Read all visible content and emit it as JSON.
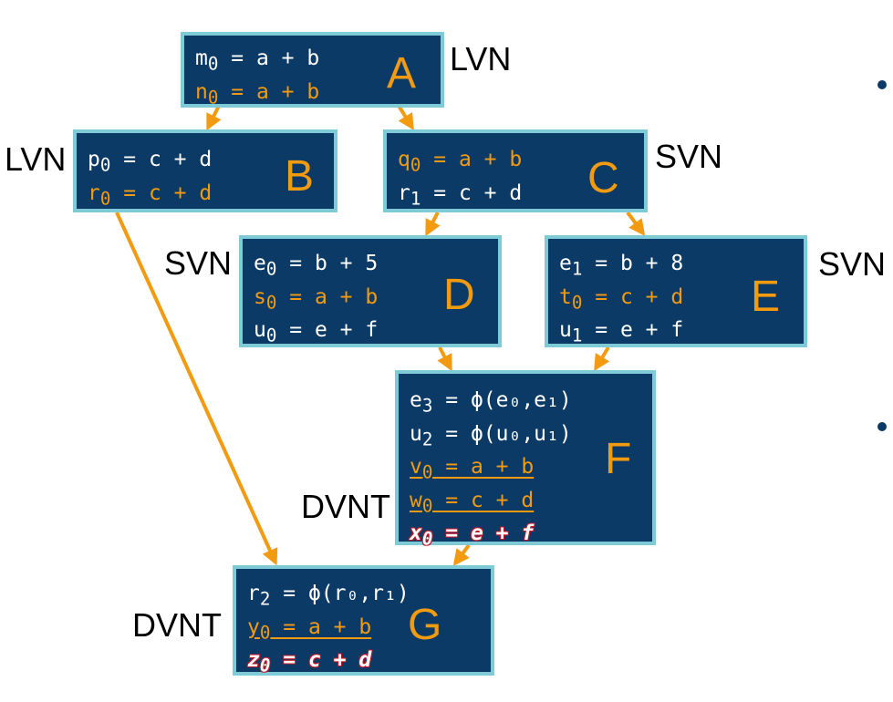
{
  "blocks": {
    "A": {
      "label": "A",
      "method": "LVN",
      "lines": [
        {
          "var": "m",
          "sub": "0",
          "rhs": " = a + b",
          "style": "plain"
        },
        {
          "var": "n",
          "sub": "0",
          "rhs": " = a + b",
          "style": "orange"
        }
      ]
    },
    "B": {
      "label": "B",
      "method": "LVN",
      "lines": [
        {
          "var": "p",
          "sub": "0",
          "rhs": " = c + d",
          "style": "plain"
        },
        {
          "var": "r",
          "sub": "0",
          "rhs": " = c + d",
          "style": "orange"
        }
      ]
    },
    "C": {
      "label": "C",
      "method": "SVN",
      "lines": [
        {
          "var": "q",
          "sub": "0",
          "rhs": " = a + b",
          "style": "orange"
        },
        {
          "var": "r",
          "sub": "1",
          "rhs": " = c + d",
          "style": "plain"
        }
      ]
    },
    "D": {
      "label": "D",
      "method": "SVN",
      "lines": [
        {
          "var": "e",
          "sub": "0",
          "rhs": " = b + 5",
          "style": "plain"
        },
        {
          "var": "s",
          "sub": "0",
          "rhs": " = a + b",
          "style": "orange"
        },
        {
          "var": "u",
          "sub": "0",
          "rhs": " = e + f",
          "style": "plain"
        }
      ]
    },
    "E": {
      "label": "E",
      "method": "SVN",
      "lines": [
        {
          "var": "e",
          "sub": "1",
          "rhs": " = b + 8",
          "style": "plain"
        },
        {
          "var": "t",
          "sub": "0",
          "rhs": " = c + d",
          "style": "orange"
        },
        {
          "var": "u",
          "sub": "1",
          "rhs": " = e + f",
          "style": "plain"
        }
      ]
    },
    "F": {
      "label": "F",
      "method": "DVNT",
      "lines": [
        {
          "var": "e",
          "sub": "3",
          "rhs": " = ϕ(e₀,e₁)",
          "style": "plain"
        },
        {
          "var": "u",
          "sub": "2",
          "rhs": " = ϕ(u₀,u₁)",
          "style": "plain"
        },
        {
          "var": "v",
          "sub": "0",
          "rhs": " = a + b",
          "style": "orange-underline"
        },
        {
          "var": "w",
          "sub": "0",
          "rhs": " = c + d",
          "style": "orange-underline"
        },
        {
          "var": "x",
          "sub": "0",
          "rhs": " = e + f",
          "style": "bold-italic"
        }
      ]
    },
    "G": {
      "label": "G",
      "method": "DVNT",
      "lines": [
        {
          "var": "r",
          "sub": "2",
          "rhs": " = ϕ(r₀,r₁)",
          "style": "plain"
        },
        {
          "var": "y",
          "sub": "0",
          "rhs": " = a + b",
          "style": "orange-underline"
        },
        {
          "var": "z",
          "sub": "0",
          "rhs": " = c + d",
          "style": "bold-italic"
        }
      ]
    }
  },
  "edges": [
    {
      "from": "A",
      "to": "B"
    },
    {
      "from": "A",
      "to": "C"
    },
    {
      "from": "C",
      "to": "D"
    },
    {
      "from": "C",
      "to": "E"
    },
    {
      "from": "D",
      "to": "F"
    },
    {
      "from": "E",
      "to": "F"
    },
    {
      "from": "B",
      "to": "G"
    },
    {
      "from": "F",
      "to": "G"
    }
  ],
  "colors": {
    "block_fill": "#0b3a66",
    "block_border": "#7ecad6",
    "highlight": "#f29b11",
    "emphasis_outline": "#c0182a",
    "bullet": "#0b3a66"
  }
}
